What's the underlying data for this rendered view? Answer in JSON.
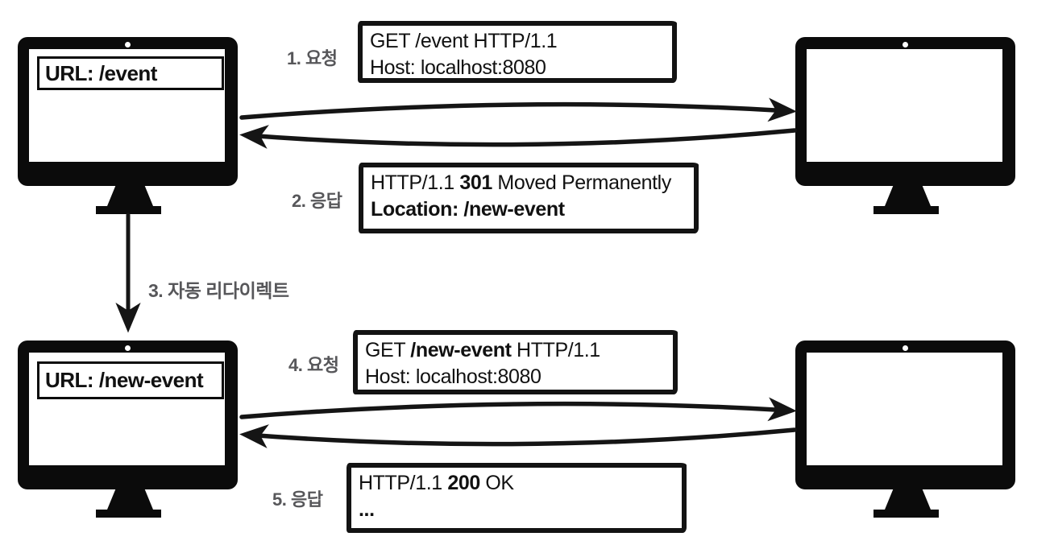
{
  "colors": {
    "background": "#ffffff",
    "ink": "#111111",
    "step_label_gray": "#57575a"
  },
  "clients": {
    "top": {
      "url_label": "URL: /event"
    },
    "bottom": {
      "url_label": "URL: /new-event"
    }
  },
  "steps": [
    {
      "label": "1. 요청"
    },
    {
      "label": "2. 응답"
    },
    {
      "label": "3. 자동 리다이렉트"
    },
    {
      "label": "4. 요청"
    },
    {
      "label": "5. 응답"
    }
  ],
  "messages": {
    "request1": {
      "line1": "GET /event HTTP/1.1",
      "line2": "Host: localhost:8080"
    },
    "response1": {
      "line1_pre": "HTTP/1.1 ",
      "line1_code": "301",
      "line1_post": " Moved Permanently",
      "line2": "Location: /new-event"
    },
    "request2": {
      "line1_pre": "GET ",
      "line1_path": "/new-event",
      "line1_post": " HTTP/1.1",
      "line2": "Host: localhost:8080"
    },
    "response2": {
      "line1_pre": "HTTP/1.1 ",
      "line1_code": "200",
      "line1_post": " OK",
      "line2": "..."
    }
  },
  "icons": {
    "client_top": "desktop-monitor",
    "server_top": "desktop-monitor",
    "client_bottom": "desktop-monitor",
    "server_bottom": "desktop-monitor",
    "request_arrow": "curved-arrow-right",
    "response_arrow": "curved-arrow-left",
    "redirect_arrow": "arrow-down"
  }
}
